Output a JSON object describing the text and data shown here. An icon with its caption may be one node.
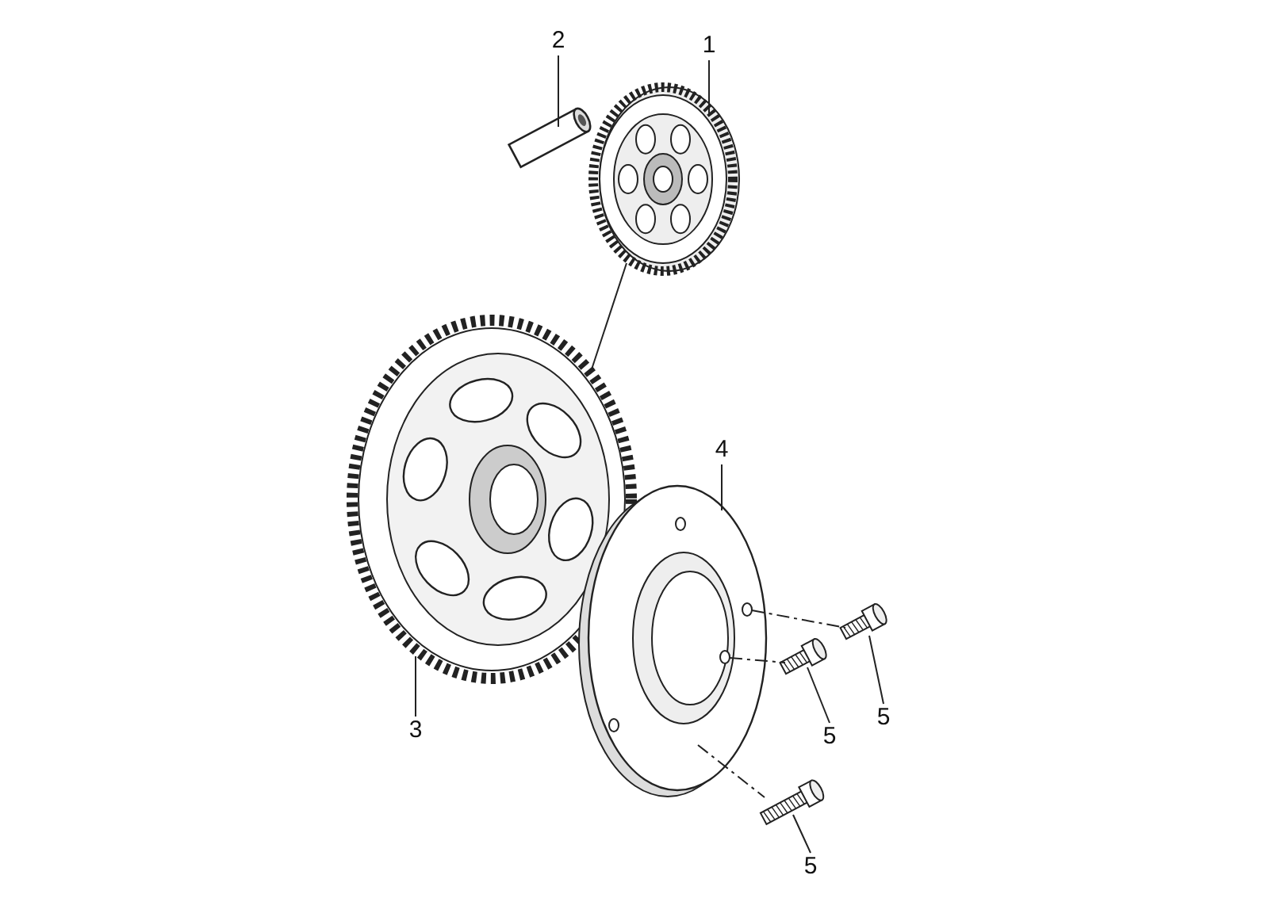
{
  "diagram": {
    "nodes": [
      {
        "text": [
          "2"
        ]
      },
      {
        "text": [
          "1"
        ]
      },
      {
        "text": [],
        "shape": "picture"
      },
      {
        "text": [],
        "shape": "picture"
      },
      {
        "text": [
          "4"
        ]
      },
      {
        "text": [],
        "shape": "picture"
      },
      {
        "text": [],
        "shape": "picture"
      },
      {
        "text": [
          "3"
        ]
      },
      {
        "text": [],
        "shape": "picture"
      },
      {
        "text": [],
        "shape": "picture"
      },
      {
        "text": [
          "5"
        ]
      },
      {
        "text": [
          "5"
        ]
      },
      {
        "text": [],
        "shape": "picture"
      },
      {
        "text": [
          "5"
        ]
      }
    ],
    "edges": [
      {
        "from": 0,
        "to": 2,
        "arrow": "none"
      },
      {
        "from": 1,
        "to": 3,
        "arrow": "none"
      },
      {
        "from": 4,
        "to": 6,
        "arrow": "none"
      },
      {
        "from": 7,
        "to": 5,
        "arrow": "none"
      },
      {
        "from": 10,
        "to": 9,
        "arrow": "none"
      },
      {
        "from": 11,
        "to": 8,
        "arrow": "none"
      },
      {
        "from": 13,
        "to": 12,
        "arrow": "none"
      },
      {
        "from": 3,
        "to": 5,
        "arrow": "none"
      },
      {
        "from": 6,
        "to": 8,
        "arrow": "none",
        "style": "dashed"
      },
      {
        "from": 6,
        "to": 9,
        "arrow": "none",
        "style": "dashed"
      },
      {
        "from": 6,
        "to": 12,
        "arrow": "none",
        "style": "dashed"
      }
    ]
  }
}
